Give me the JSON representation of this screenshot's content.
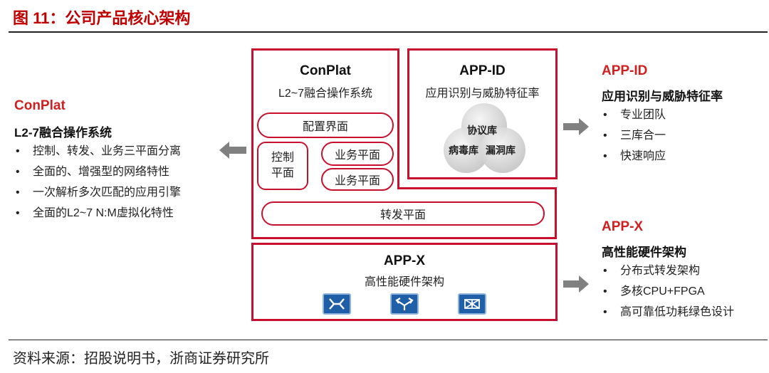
{
  "figure": {
    "title": "图 11：公司产品核心架构",
    "source": "资料来源：招股说明书，浙商证券研究所"
  },
  "left": {
    "title": "ConPlat",
    "subtitle": "L2-7融合操作系统",
    "items": [
      "控制、转发、业务三平面分离",
      "全面的、增强型的网络特性",
      "一次解析多次匹配的应用引擎",
      "全面的L2~7 N:M虚拟化特性"
    ]
  },
  "conplat_box": {
    "title": "ConPlat",
    "subtitle": "L2~7融合操作系统",
    "config": "配置界面",
    "control_line1": "控制",
    "control_line2": "平面",
    "service1": "业务平面",
    "service2": "业务平面",
    "forward": "转发平面"
  },
  "appid_box": {
    "title": "APP-ID",
    "subtitle": "应用识别与威胁特征率",
    "venn": [
      "协议库",
      "病毒库",
      "漏洞库"
    ]
  },
  "appx_box": {
    "title": "APP-X",
    "subtitle": "高性能硬件架构"
  },
  "right_appid": {
    "title": "APP-ID",
    "subtitle": "应用识别与威胁特征率",
    "items": [
      "专业团队",
      "三库合一",
      "快速响应"
    ]
  },
  "right_appx": {
    "title": "APP-X",
    "subtitle": "高性能硬件架构",
    "items": [
      "分布式转发架构",
      "多核CPU+FPGA",
      "高可靠低功耗绿色设计"
    ]
  },
  "colors": {
    "accent_red": "#c8102e",
    "title_red": "#d11f1f",
    "arrow_gray": "#808080",
    "chip_blue": "#1f5fa8"
  },
  "icons": [
    "arrow-left-icon",
    "arrow-right-icon",
    "crossbar-chip-icon",
    "network-chip-icon",
    "mesh-chip-icon"
  ]
}
